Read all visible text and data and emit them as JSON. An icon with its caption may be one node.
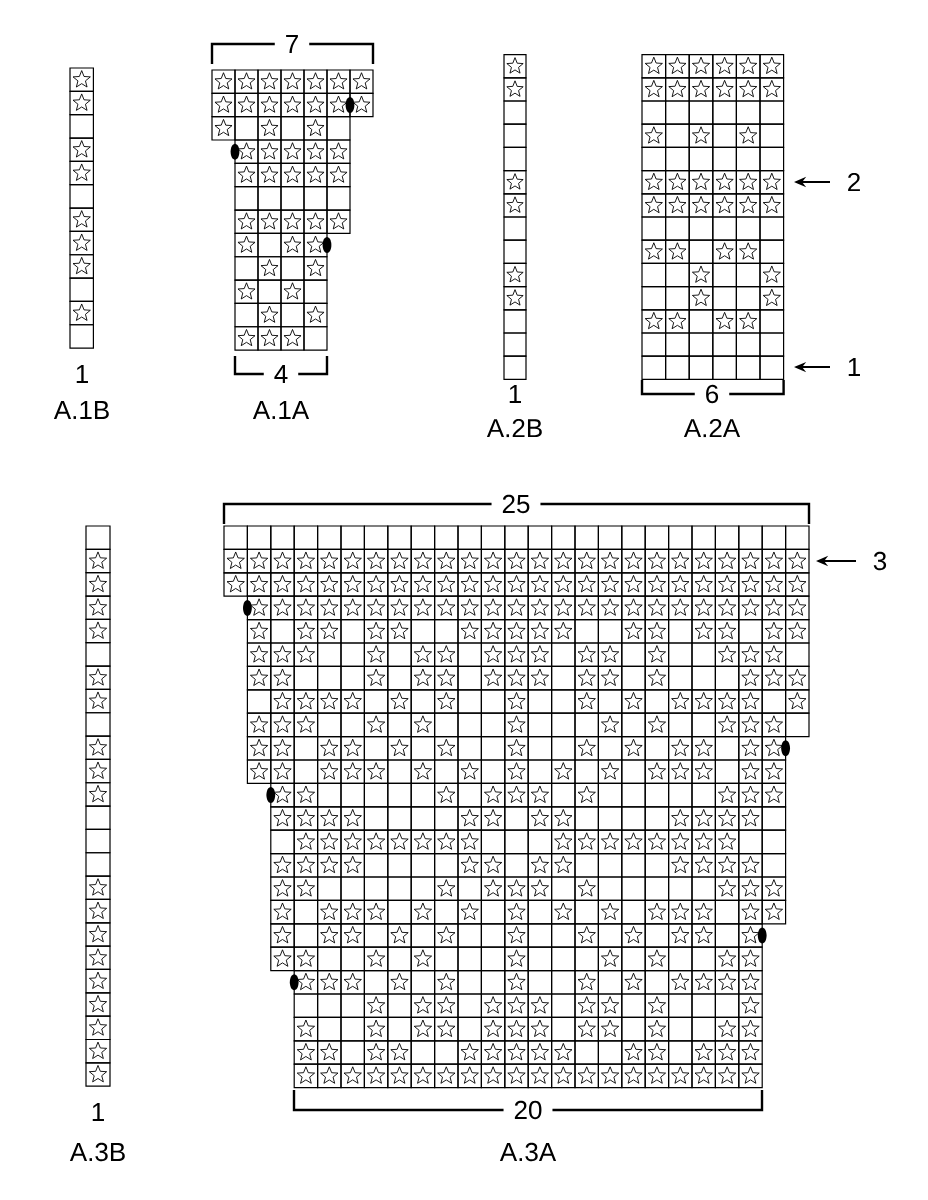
{
  "diagram": {
    "labels": [
      "1",
      "A.1B",
      "7",
      "4",
      "A.1A",
      "1",
      "A.2B",
      "2",
      "1",
      "6",
      "A.2A",
      "25",
      "3",
      "1",
      "A.3B",
      "20",
      "A.3A"
    ]
  }
}
